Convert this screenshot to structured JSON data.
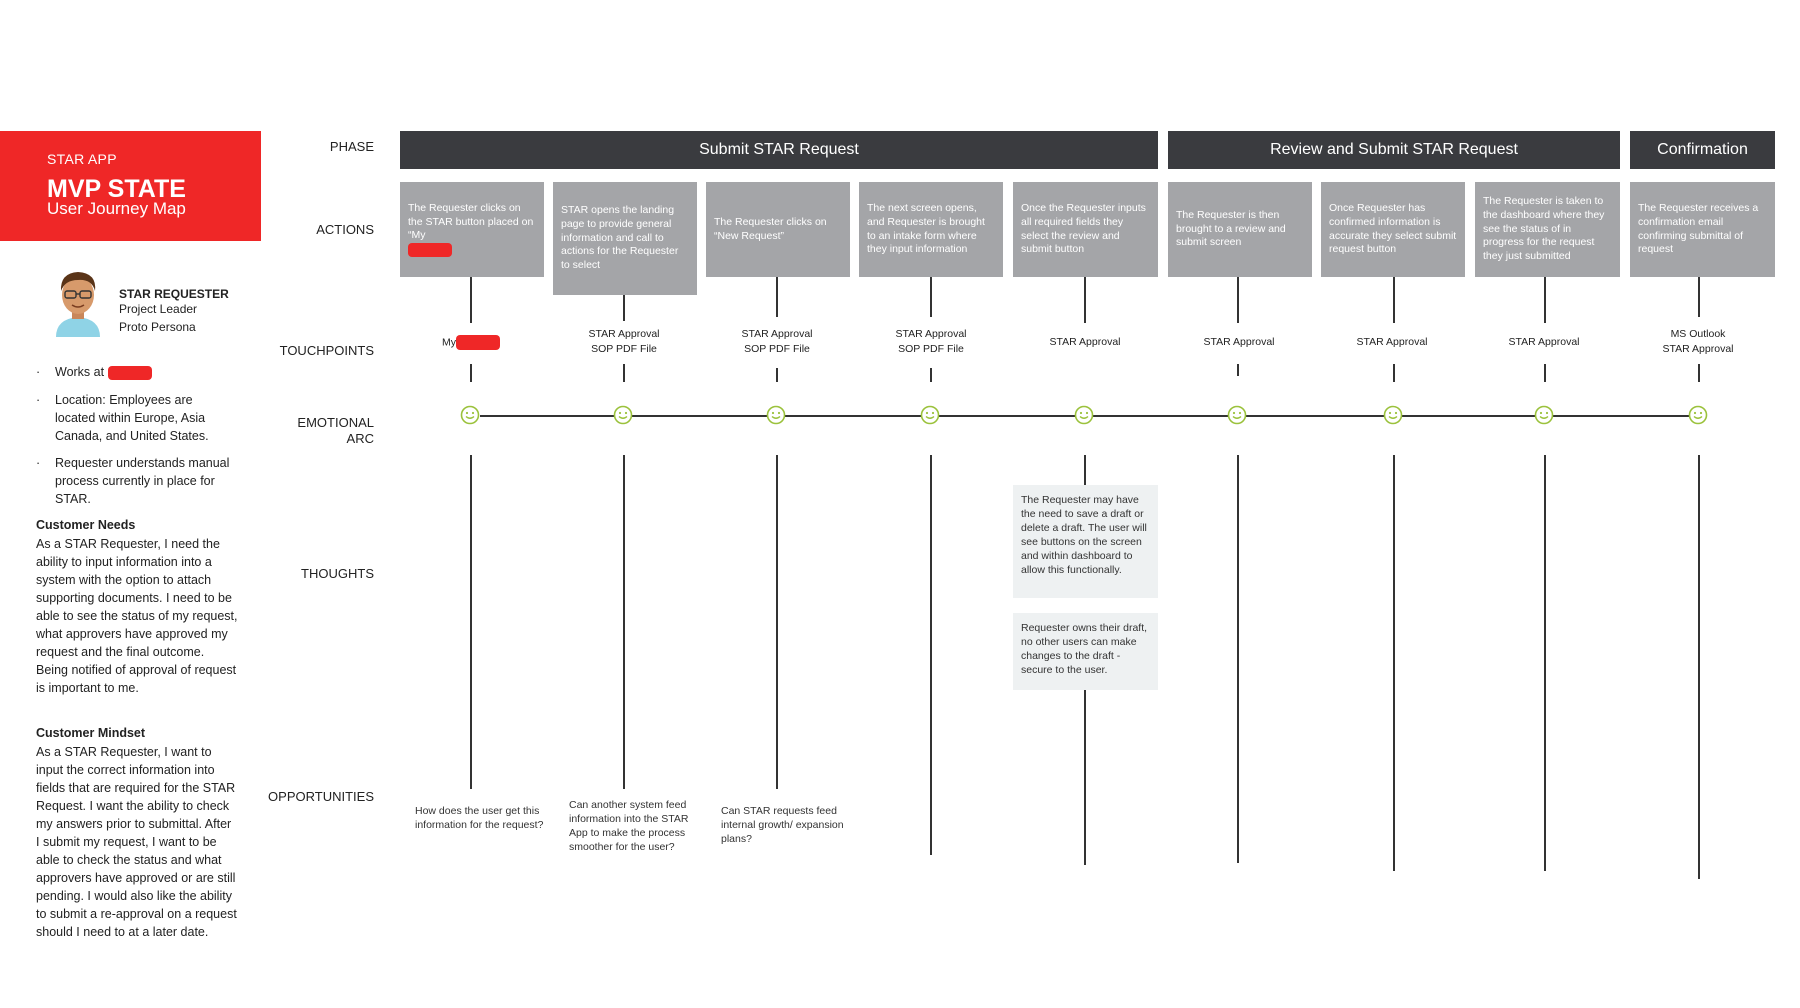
{
  "header": {
    "app_label": "STAR APP",
    "state_title": "MVP STATE",
    "subtitle": "User Journey Map",
    "accent_color": "#ef2727"
  },
  "persona": {
    "title": "STAR REQUESTER",
    "role": "Project Leader",
    "type": "Proto Persona",
    "bullets": [
      "Works at",
      "Location: Employees are located within Europe, Asia Canada, and United States.",
      "Requester understands manual process currently in place for STAR."
    ],
    "needs_heading": "Customer Needs",
    "needs_text": "As a STAR Requester, I need the ability to input information into a system with the option to attach supporting documents. I need to be able to see the status of my request, what approvers have approved my request and the final outcome. Being notified of approval of request is important to me.",
    "mindset_heading": "Customer Mindset",
    "mindset_text": "As a STAR Requester, I want to input the correct information into fields that are required for the STAR Request. I want the ability to check my answers prior to submittal. After I submit my request, I want to be able to check the status and what approvers have approved or are still pending. I would also like the ability to submit a re-approval on a request should I need to at a later date."
  },
  "row_labels": {
    "phase": "PHASE",
    "actions": "ACTIONS",
    "touchpoints": "TOUCHPOINTS",
    "emotional_line1": "EMOTIONAL",
    "emotional_line2": "ARC",
    "thoughts": "THOUGHTS",
    "opportunities": "OPPORTUNITIES"
  },
  "phases": [
    "Submit STAR Request",
    "Review and Submit STAR Request",
    "Confirmation"
  ],
  "actions": [
    "The Requester clicks on the STAR button placed on “My",
    "STAR opens the landing page to provide general information and call to actions for the Requester to select",
    "The Requester clicks on “New Request”",
    "The next screen opens, and Requester is brought to an intake form where they input information",
    "Once the Requester inputs all required fields they select the review and submit button",
    "The Requester is then brought to a review and submit screen",
    "Once Requester has confirmed information is accurate they select submit request button",
    "The Requester is taken to the dashboard where they see the status of in progress for the request they just submitted",
    "The Requester receives a confirmation email confirming submittal of request"
  ],
  "touchpoints": [
    [
      "My"
    ],
    [
      "STAR Approval",
      "SOP PDF File"
    ],
    [
      "STAR Approval",
      "SOP PDF File"
    ],
    [
      "STAR Approval",
      "SOP PDF File"
    ],
    [
      "STAR Approval"
    ],
    [
      "STAR Approval"
    ],
    [
      "STAR Approval"
    ],
    [
      "STAR Approval"
    ],
    [
      "MS Outlook",
      "STAR Approval"
    ]
  ],
  "emotions": [
    "happy-icon",
    "happy-icon",
    "happy-icon",
    "happy-icon",
    "happy-icon",
    "happy-icon",
    "happy-icon",
    "happy-icon",
    "happy-icon"
  ],
  "emotion_color": "#9bc23c",
  "thoughts": [
    "The Requester may have the need to save a draft or delete a draft. The user will see buttons on the screen and within dashboard to allow this functionally.",
    "Requester owns their draft, no other users can make changes to the draft - secure to the user."
  ],
  "opportunities": [
    "How does the user get this information for the request?",
    "Can another system feed information into the STAR App to make the process smoother for the user?",
    "Can STAR requests feed internal growth/ expansion plans?"
  ]
}
